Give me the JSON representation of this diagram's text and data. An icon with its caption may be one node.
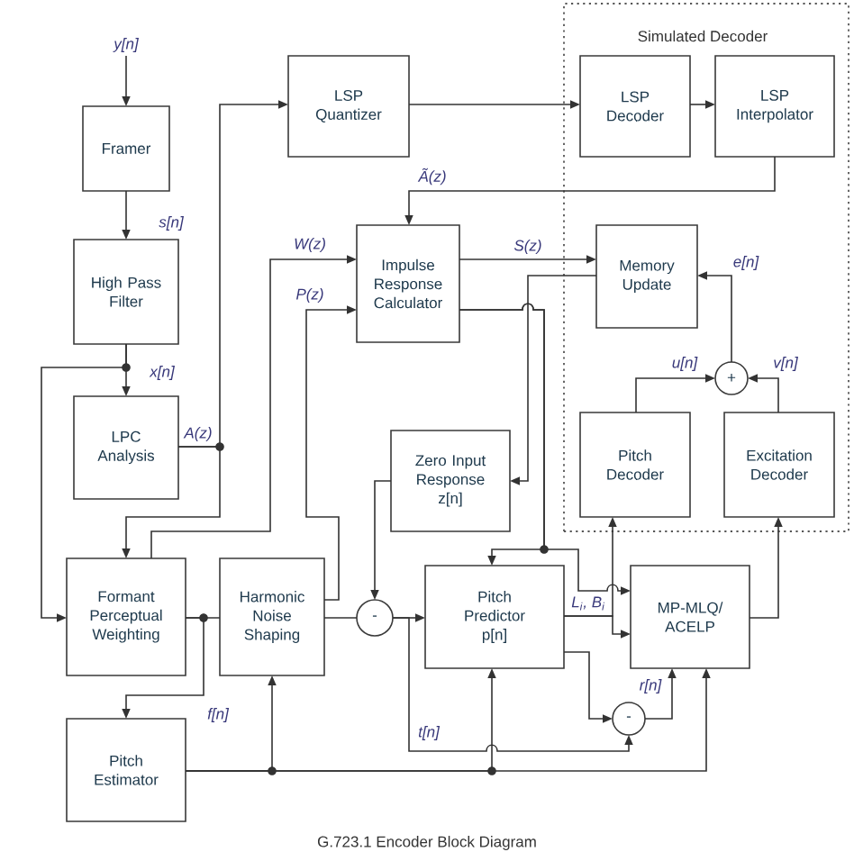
{
  "diagram": {
    "caption": "G.723.1 Encoder Block Diagram",
    "nodes": [
      {
        "text": [
          "y[n]"
        ]
      },
      {
        "text": [
          "Framer"
        ]
      },
      {
        "text": [
          "High Pass Filter"
        ]
      },
      {
        "text": [
          "LPC Analysis"
        ]
      },
      {
        "text": [
          "LSP Quantizer"
        ]
      },
      {
        "text": [
          "Simulated Decoder"
        ]
      },
      {
        "text": [
          "LSP Decoder"
        ],
        "in": 5
      },
      {
        "text": [
          "LSP Interpolator"
        ],
        "in": 5
      },
      {
        "text": [
          "Impulse Response Calculator"
        ]
      },
      {
        "text": [
          "Memory Update"
        ],
        "in": 5
      },
      {
        "text": [
          "+"
        ],
        "in": 5
      },
      {
        "text": [
          "Pitch Decoder"
        ],
        "in": 5
      },
      {
        "text": [
          "Excitation Decoder"
        ],
        "in": 5
      },
      {
        "text": [
          "Zero Input Response z[n]"
        ]
      },
      {
        "text": [
          "Formant Perceptual Weighting"
        ]
      },
      {
        "text": [
          "Harmonic Noise Shaping"
        ]
      },
      {
        "text": [
          "-"
        ]
      },
      {
        "text": [
          "Pitch Predictor p[n]"
        ]
      },
      {
        "text": [
          "MP-MLQ/ ACELP"
        ]
      },
      {
        "text": [
          "-"
        ]
      },
      {
        "text": [
          "Pitch Estimator"
        ]
      }
    ],
    "edges": [
      {
        "from": 0,
        "to": 1,
        "arrow": "to"
      },
      {
        "from": 1,
        "to": 2,
        "arrow": "to",
        "label": "s[n]"
      },
      {
        "from": 2,
        "to": 3,
        "arrow": "to",
        "label": "x[n]"
      },
      {
        "from": 2,
        "to": 14,
        "arrow": "to"
      },
      {
        "from": 3,
        "to": 4,
        "arrow": "to",
        "label": "A(z)"
      },
      {
        "from": 3,
        "to": 14,
        "arrow": "to"
      },
      {
        "from": 4,
        "to": 6,
        "arrow": "to"
      },
      {
        "from": 6,
        "to": 7,
        "arrow": "to"
      },
      {
        "from": 7,
        "to": 8,
        "arrow": "to",
        "label": "Ã(z)"
      },
      {
        "from": 14,
        "to": 8,
        "arrow": "to",
        "label": "W(z)"
      },
      {
        "from": 15,
        "to": 8,
        "arrow": "to",
        "label": "P(z)"
      },
      {
        "from": 8,
        "to": 9,
        "arrow": "to",
        "label": "S(z)"
      },
      {
        "from": 9,
        "to": 13,
        "arrow": "to"
      },
      {
        "from": 8,
        "to": 17,
        "arrow": "to"
      },
      {
        "from": 8,
        "to": 18,
        "arrow": "to"
      },
      {
        "from": 10,
        "to": 9,
        "arrow": "to",
        "label": "e[n]"
      },
      {
        "from": 11,
        "to": 10,
        "arrow": "to",
        "label": "u[n]"
      },
      {
        "from": 12,
        "to": 10,
        "arrow": "to",
        "label": "v[n]"
      },
      {
        "from": 13,
        "to": 16,
        "arrow": "to"
      },
      {
        "from": 14,
        "to": 15,
        "arrow": "none"
      },
      {
        "from": 14,
        "to": 20,
        "arrow": "to",
        "label": "f[n]"
      },
      {
        "from": 15,
        "to": 16,
        "arrow": "none"
      },
      {
        "from": 16,
        "to": 17,
        "arrow": "to"
      },
      {
        "from": 16,
        "to": 19,
        "arrow": "to",
        "label": "t[n]"
      },
      {
        "from": 17,
        "to": 18,
        "arrow": "to",
        "label": "L$_{i}$, B$_{i}$"
      },
      {
        "from": 17,
        "to": 11,
        "arrow": "to"
      },
      {
        "from": 17,
        "to": 19,
        "arrow": "to"
      },
      {
        "from": 19,
        "to": 18,
        "arrow": "to",
        "label": "r[n]"
      },
      {
        "from": 20,
        "to": 15,
        "arrow": "to"
      },
      {
        "from": 20,
        "to": 17,
        "arrow": "to"
      },
      {
        "from": 20,
        "to": 18,
        "arrow": "to"
      },
      {
        "from": 18,
        "to": 12,
        "arrow": "to"
      }
    ]
  }
}
